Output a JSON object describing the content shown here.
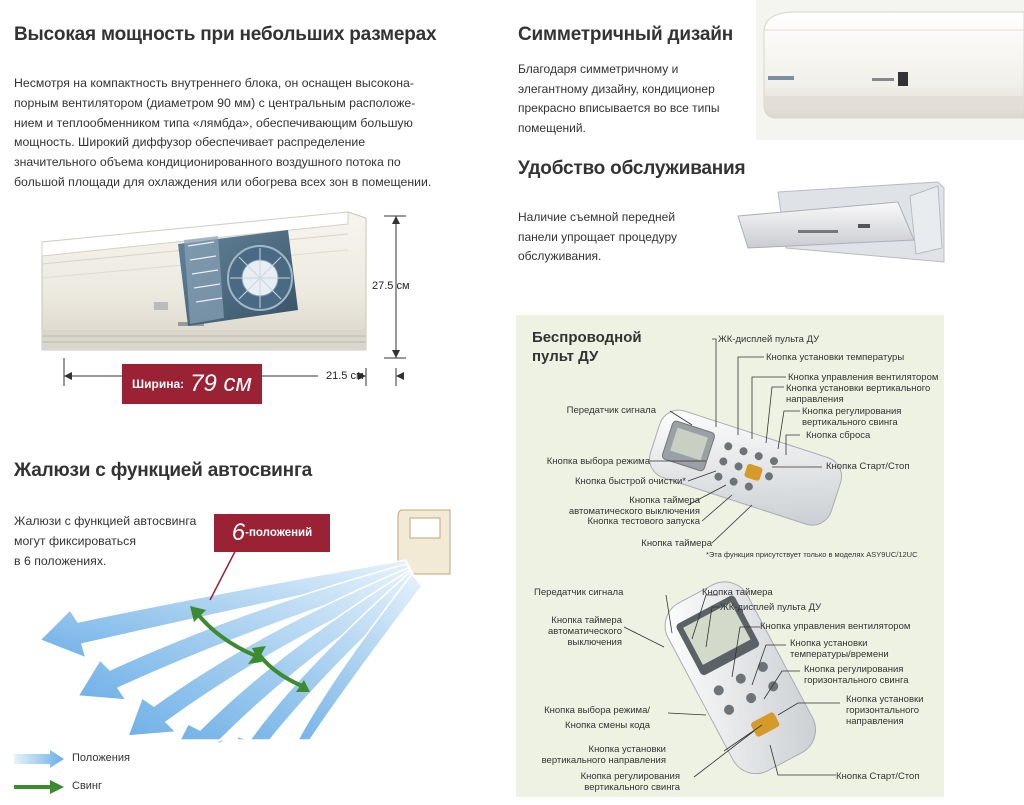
{
  "left": {
    "section1": {
      "title": "Высокая мощность  при  небольших размерах",
      "text": "Несмотря на компактность внутреннего блока, он оснащен высоконa-\nпорным  вентилятором (диаметром 90 мм) с центральным расположе-\nнием и теплообменником типа «лямбда», обеспечивающим большую\nмощность. Широкий диффузор обеспечивает распределение\nзначительного объема кондиционированного воздушного потока по\nбольшой площади для охлаждения или обогрева всех зон в помещении.",
      "height_label": "27.5 см",
      "depth_label": "21.5 см",
      "width_prefix": "Ширина:",
      "width_value": "79 см"
    },
    "section2": {
      "title": "Жалюзи с функцией автосвинга",
      "text": "Жалюзи с функцией автосвинга\nмогут фиксироваться\nв 6 положениях.",
      "badge_number": "6",
      "badge_suffix": "-положений",
      "legend_positions": "Положения",
      "legend_swing": "Свинг"
    }
  },
  "right": {
    "symmetric": {
      "title": "Симметричный дизайн",
      "text": "Благодаря симметричному и\nэлегантному дизайну, кондиционер\nпрекрасно вписывается во все типы\nпомещений."
    },
    "service": {
      "title": "Удобство обслуживания",
      "text": "Наличие съемной передней\nпанели упрощает процедуру\nобслуживания."
    },
    "remote": {
      "title": "Беспроводной\nпульт ДУ",
      "upper_labels": {
        "lcd": "ЖК-дисплей пульта ДУ",
        "temp": "Кнопка установки температуры",
        "fan": "Кнопка управления вентилятором",
        "vert_dir": "Кнопка установки вертикального\nнаправления",
        "vert_swing": "Кнопка регулирования\nвертикального свинга",
        "reset": "Кнопка сброса",
        "transmitter": "Передатчик сигнала",
        "mode": "Кнопка  выбора  режима",
        "clean": "Кнопка быстрой очистки*",
        "auto_off": "Кнопка таймера\nавтоматического выключения",
        "test": "Кнопка тестового запуска",
        "timer": "Кнопка таймера",
        "startstop": "Кнопка Старт/Стоп",
        "footnote": "*Эта функция присутствует только в моделях ASY9UC/12UC"
      },
      "lower_labels": {
        "transmitter": "Передатчик сигнала",
        "timer": "Кнопка таймера",
        "lcd": "ЖК-дисплей пульта ДУ",
        "auto_off": "Кнопка таймера\nавтоматического\nвыключения",
        "fan": "Кнопка управления вентилятором",
        "temp_time": "Кнопка установки\nтемпературы/времени",
        "horiz_swing": "Кнопка регулирования\nгоризонтального свинга",
        "horiz_dir": "Кнопка установки\nгоризонтального\nнаправления",
        "mode": "Кнопка выбора режима/\nКнопка смены кода",
        "vert_dir": "Кнопка установки\nвертикального направления",
        "vert_swing": "Кнопка регулирования\nвертикального свинга",
        "startstop": "Кнопка Старт/Стоп"
      }
    }
  },
  "colors": {
    "accent_red": "#9b2235",
    "arrow_blue": "#6aaee6",
    "arrow_green": "#3d8b2f",
    "panel_bg": "#eef2e3"
  }
}
